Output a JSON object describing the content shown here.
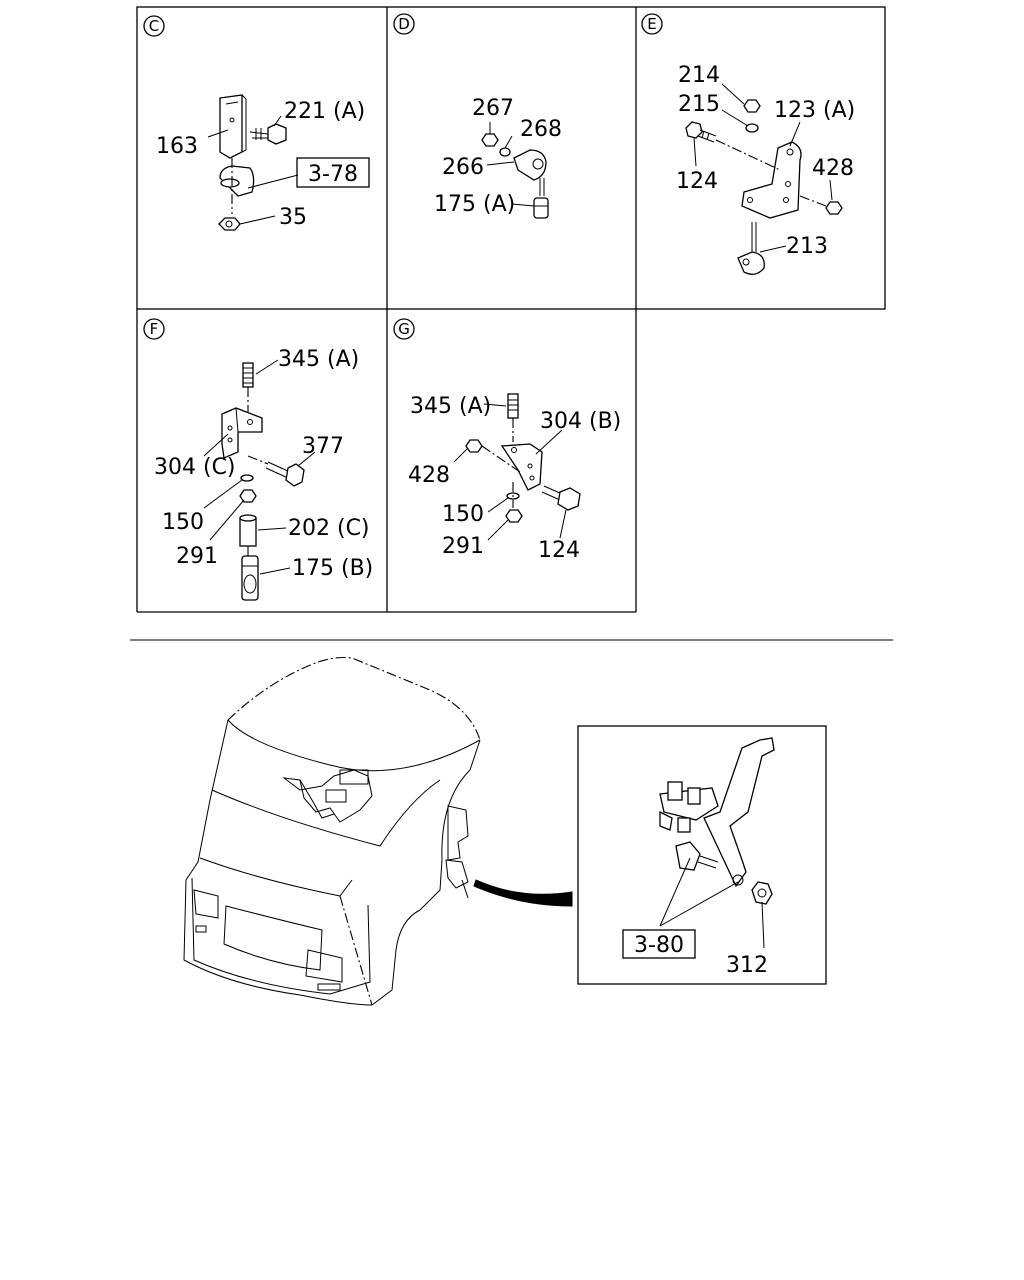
{
  "panels": [
    {
      "id": "C",
      "labels": [
        "221 (A)",
        "163",
        "3-78",
        "35"
      ]
    },
    {
      "id": "D",
      "labels": [
        "267",
        "268",
        "266",
        "175 (A)"
      ]
    },
    {
      "id": "E",
      "labels": [
        "214",
        "215",
        "123 (A)",
        "124",
        "428",
        "213"
      ]
    },
    {
      "id": "F",
      "labels": [
        "345 (A)",
        "377",
        "304 (C)",
        "150",
        "202 (C)",
        "291",
        "175 (B)"
      ]
    },
    {
      "id": "G",
      "labels": [
        "345 (A)",
        "304 (B)",
        "428",
        "150",
        "291",
        "124"
      ]
    }
  ],
  "detail": {
    "labels": [
      "3-80",
      "312"
    ]
  }
}
